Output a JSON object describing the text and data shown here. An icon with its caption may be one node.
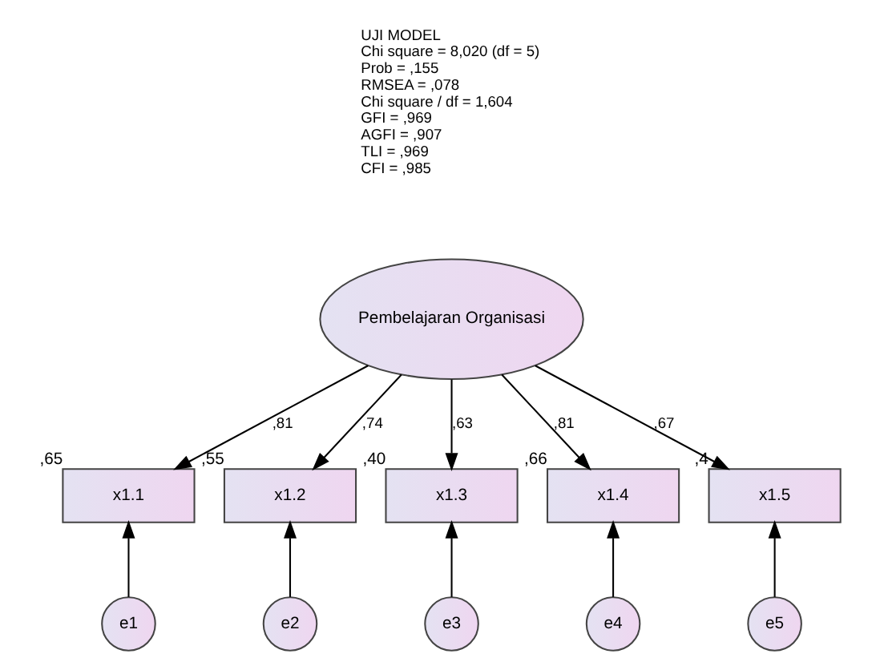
{
  "diagram": {
    "nodes": [
      {
        "text": [
          "Pembelajaran Organisasi"
        ]
      },
      {
        "text": [
          "x1.1"
        ],
        "beside": [
          ",65"
        ]
      },
      {
        "text": [
          "x1.2"
        ],
        "beside": [
          ",55"
        ]
      },
      {
        "text": [
          "x1.3"
        ],
        "beside": [
          ",40"
        ]
      },
      {
        "text": [
          "x1.4"
        ],
        "beside": [
          ",66"
        ]
      },
      {
        "text": [
          "x1.5"
        ],
        "beside": [
          ",4"
        ]
      },
      {
        "text": [
          "e1"
        ]
      },
      {
        "text": [
          "e2"
        ]
      },
      {
        "text": [
          "e3"
        ]
      },
      {
        "text": [
          "e4"
        ]
      },
      {
        "text": [
          "e5"
        ]
      }
    ],
    "edges": [
      {
        "from": 0,
        "to": 1,
        "arrow": "to",
        "label": ",81"
      },
      {
        "from": 0,
        "to": 2,
        "arrow": "to",
        "label": ",74"
      },
      {
        "from": 0,
        "to": 3,
        "arrow": "to",
        "label": ",63"
      },
      {
        "from": 0,
        "to": 4,
        "arrow": "to",
        "label": ",81"
      },
      {
        "from": 0,
        "to": 5,
        "arrow": "to",
        "label": ",67"
      },
      {
        "from": 6,
        "to": 1,
        "arrow": "to"
      },
      {
        "from": 7,
        "to": 2,
        "arrow": "to"
      },
      {
        "from": 8,
        "to": 3,
        "arrow": "to"
      },
      {
        "from": 9,
        "to": 4,
        "arrow": "to"
      },
      {
        "from": 10,
        "to": 5,
        "arrow": "to"
      }
    ],
    "labels": [
      "UJI MODEL",
      "Chi square = 8,020 (df = 5)",
      "Prob = ,155",
      "RMSEA = ,078",
      "Chi square / df = 1,604",
      "GFI = ,969",
      "AGFI = ,907",
      "TLI = ,969",
      "CFI = ,985"
    ]
  }
}
